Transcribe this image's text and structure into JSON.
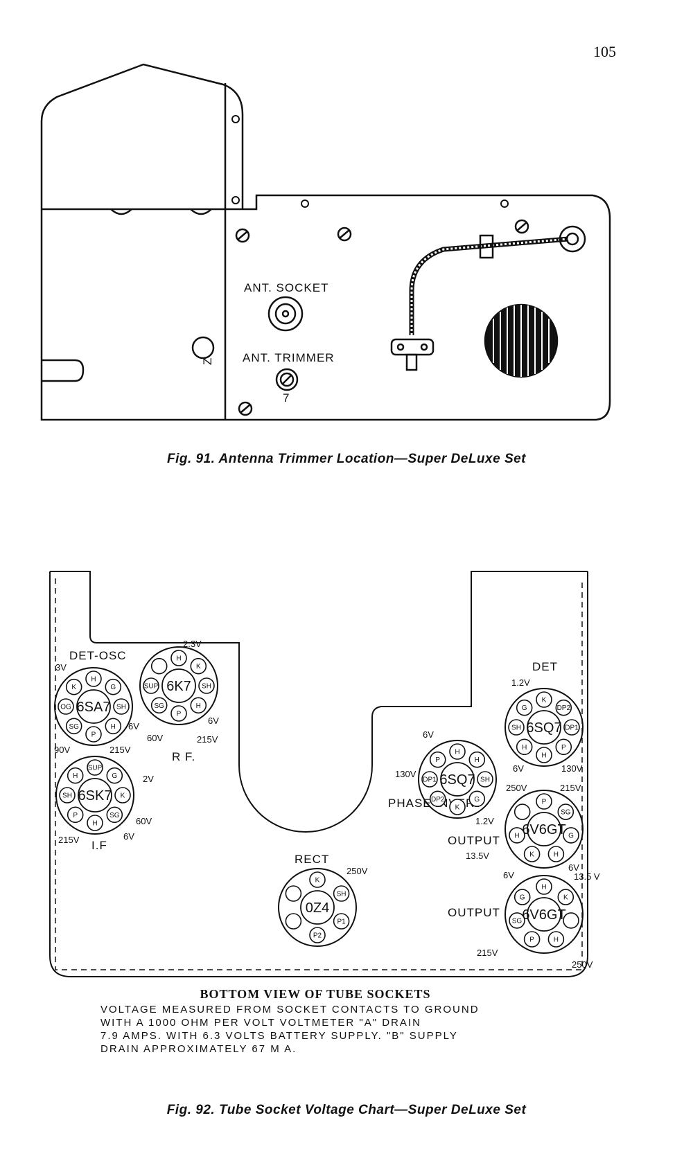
{
  "page_number": "105",
  "fig91": {
    "caption": "Fig. 91.  Antenna Trimmer Location—Super DeLuxe Set",
    "ant_socket_label": "ANT. SOCKET",
    "ant_trimmer_label": "ANT. TRIMMER",
    "mark_z": "Z",
    "mark_7": "7"
  },
  "fig92": {
    "caption": "Fig. 92.  Tube Socket Voltage Chart—Super DeLuxe Set",
    "heading": "BOTTOM VIEW OF TUBE SOCKETS",
    "note_lines": [
      "VOLTAGE MEASURED FROM SOCKET CONTACTS TO GROUND",
      "WITH A 1000 OHM PER VOLT VOLTMETER  \"A\" DRAIN",
      "7.9 AMPS. WITH 6.3 VOLTS BATTERY SUPPLY. \"B\" SUPPLY",
      "DRAIN APPROXIMATELY 67 M A."
    ],
    "tubes": [
      {
        "name": "6SA7",
        "group": "DET-OSC",
        "pins": [
          "H",
          "G",
          "SH",
          "H",
          "P",
          "SG",
          "OG",
          "K"
        ],
        "voltages": [
          "3V",
          "6V",
          "215V",
          "90V"
        ]
      },
      {
        "name": "6K7",
        "group": "R F.",
        "pins": [
          "H",
          "K",
          "SH",
          "H",
          "P",
          "SG",
          "SUP",
          ""
        ],
        "voltages": [
          "2.3V",
          "6V",
          "215V",
          "60V"
        ]
      },
      {
        "name": "6SK7",
        "group": "I.F",
        "pins": [
          "SUP",
          "G",
          "K",
          "SG",
          "H",
          "P",
          "SH",
          "H"
        ],
        "voltages": [
          "2V",
          "60V",
          "6V",
          "215V"
        ]
      },
      {
        "name": "6SQ7",
        "group": "PHASE INVERT",
        "pins": [
          "H",
          "H",
          "SH",
          "G",
          "K",
          "DP2",
          "DP1",
          "P"
        ],
        "voltages": [
          "6V",
          "130V",
          "1.2V"
        ]
      },
      {
        "name": "6SQ7",
        "group": "DET",
        "pins": [
          "K",
          "DP2",
          "DP1",
          "P",
          "H",
          "H",
          "SH",
          "G"
        ],
        "voltages": [
          "1.2V",
          "6V",
          "130V"
        ]
      },
      {
        "name": "6V6GT",
        "group": "OUTPUT",
        "pins": [
          "P",
          "SG",
          "G",
          "H",
          "K",
          "H",
          ""
        ],
        "voltages": [
          "250V",
          "215V",
          "13.5V",
          "6V"
        ]
      },
      {
        "name": "0Z4",
        "group": "RECT",
        "pins": [
          "K",
          "SH",
          "P1",
          "P2",
          "",
          ""
        ],
        "voltages": [
          "250V"
        ]
      },
      {
        "name": "6V6GT",
        "group": "OUTPUT",
        "pins": [
          "H",
          "K",
          "",
          "H",
          "P",
          "SG",
          "G"
        ],
        "voltages": [
          "6V",
          "13.5 V",
          "215V",
          "250V"
        ]
      }
    ]
  }
}
